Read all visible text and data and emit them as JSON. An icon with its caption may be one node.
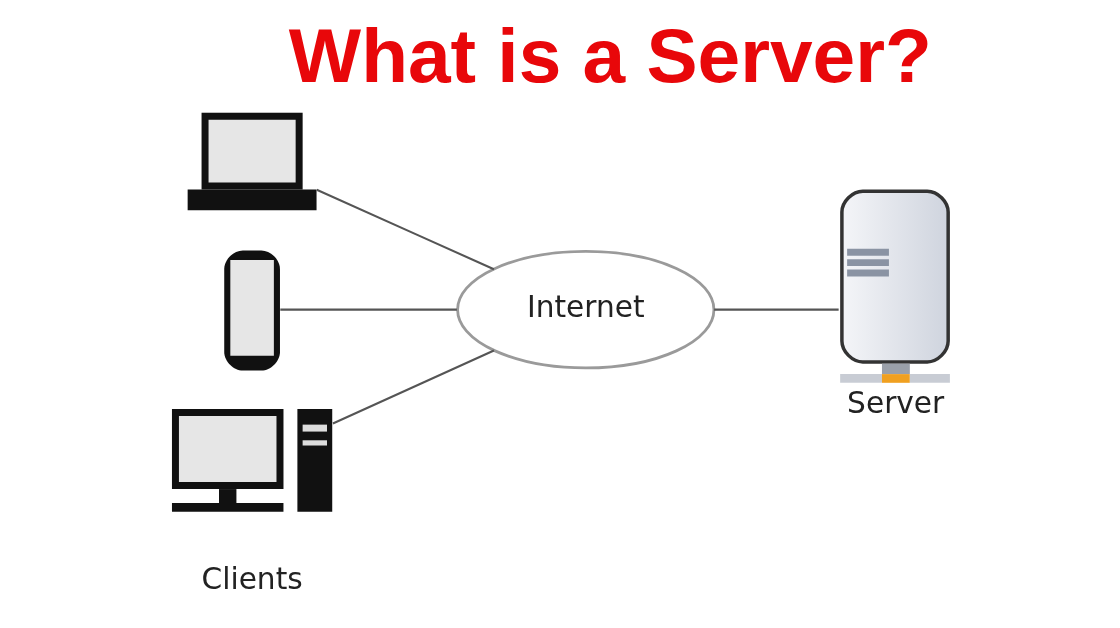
{
  "diagram": {
    "title": "What is a Server?",
    "nodes": [
      {
        "text": [],
        "shape": "picture"
      },
      {
        "text": [],
        "shape": "picture"
      },
      {
        "text": [],
        "shape": "picture"
      },
      {
        "text": [
          "Internet"
        ]
      },
      {
        "text": [
          "Server"
        ]
      }
    ],
    "edges": [
      {
        "from": 0,
        "to": 3,
        "arrow": "none"
      },
      {
        "from": 1,
        "to": 3,
        "arrow": "none"
      },
      {
        "from": 2,
        "to": 3,
        "arrow": "none"
      },
      {
        "from": 3,
        "to": 4,
        "arrow": "none"
      }
    ],
    "labels": [
      "Clients"
    ]
  }
}
